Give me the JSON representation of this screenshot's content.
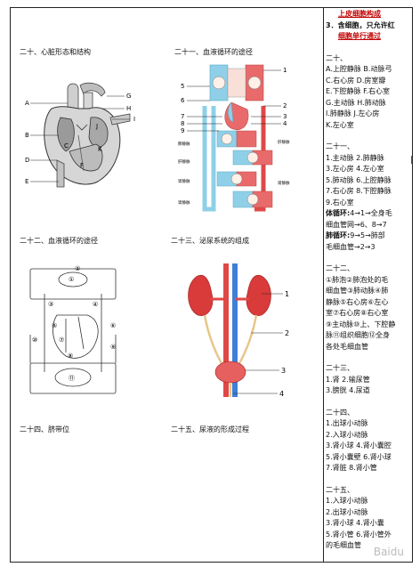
{
  "titles": {
    "s20": "二十、心脏形态和结构",
    "s21": "二十一、血液循环的途径",
    "s22": "二十二、血液循环的途径",
    "s23": "二十三、泌尿系统的组成",
    "s24": "二十四、脐带位",
    "s25": "二十五、尿液的形成过程"
  },
  "heart_labels": [
    "A",
    "B",
    "C",
    "D",
    "E",
    "F",
    "G",
    "H",
    "I",
    "J",
    "K"
  ],
  "circ21_labels": [
    "5",
    "6",
    "7",
    "8",
    "9",
    "1",
    "2",
    "3",
    "4"
  ],
  "circ21_side_labels": [
    "肺静脉",
    "肝静脉",
    "肾静脉",
    "肾静脉",
    "肝静脉",
    "肾静脉"
  ],
  "circ22_labels": [
    "①",
    "②",
    "③",
    "④",
    "⑤",
    "⑥",
    "⑦",
    "⑧",
    "⑨",
    "⑩",
    "⑪"
  ],
  "urinary_labels": [
    "1",
    "2",
    "3",
    "4"
  ],
  "answers": {
    "l1": "上皮细胞构成",
    "l2": "3．含细胞，只允许红",
    "l3": "细胞单行通过",
    "h20": "二十、",
    "a20": [
      "A.上腔静脉 B.动脉弓",
      "C.右心房  D.房室瓣",
      "E.下腔静脉 F.右心室",
      "G.主动脉  H.肺动脉",
      "I.肺静脉  J.左心房",
      "K.左心室"
    ],
    "h21": "二十一、",
    "a21": [
      "1.主动脉  2.肺静脉",
      "3.左心房  4.左心室",
      "5.肺动脉  6.上腔静脉",
      "7.右心房  8.下腔静脉",
      "9.右心室"
    ],
    "a21_body_label": "体循环:",
    "a21_body": "4→1→全身毛",
    "a21_body2": "细血管网→6、8→7",
    "a21_lung_label": "肺循环:",
    "a21_lung": "9→5→肺部",
    "a21_lung2": "毛细血管→2→3",
    "h22": "二十二、",
    "a22": [
      "①肺泡②肺泡处的毛",
      "细血管③肺动脉④肺",
      "静脉⑤右心房⑥左心",
      "室⑦右心房⑧右心室",
      "⑨主动脉⑩上、下腔静",
      "脉⑪组织细胞⑫全身",
      "各处毛细血管"
    ],
    "h23": "二十三、",
    "a23": [
      "1.肾    2.输尿管",
      "3.膀胱 4.尿道"
    ],
    "h24": "二十四、",
    "a24": [
      "1.出球小动脉",
      "2.入球小动脉",
      "3.肾小球  4.肾小囊腔",
      "5.肾小囊壁 6.肾小球",
      "7.肾脏    8.肾小管"
    ],
    "h25": "二十五、",
    "a25": [
      "1.入球小动脉",
      "2.出球小动脉",
      "3.肾小球  4.肾小囊",
      "5.肾小管  6.肾小管外",
      "的毛细血管"
    ]
  },
  "colors": {
    "vein_blue": "#8fd0e8",
    "artery_red": "#e04848",
    "organ_red": "#d93a3a",
    "ureter": "#e8c68a",
    "bladder": "#e66060"
  },
  "watermark": "Baidu"
}
